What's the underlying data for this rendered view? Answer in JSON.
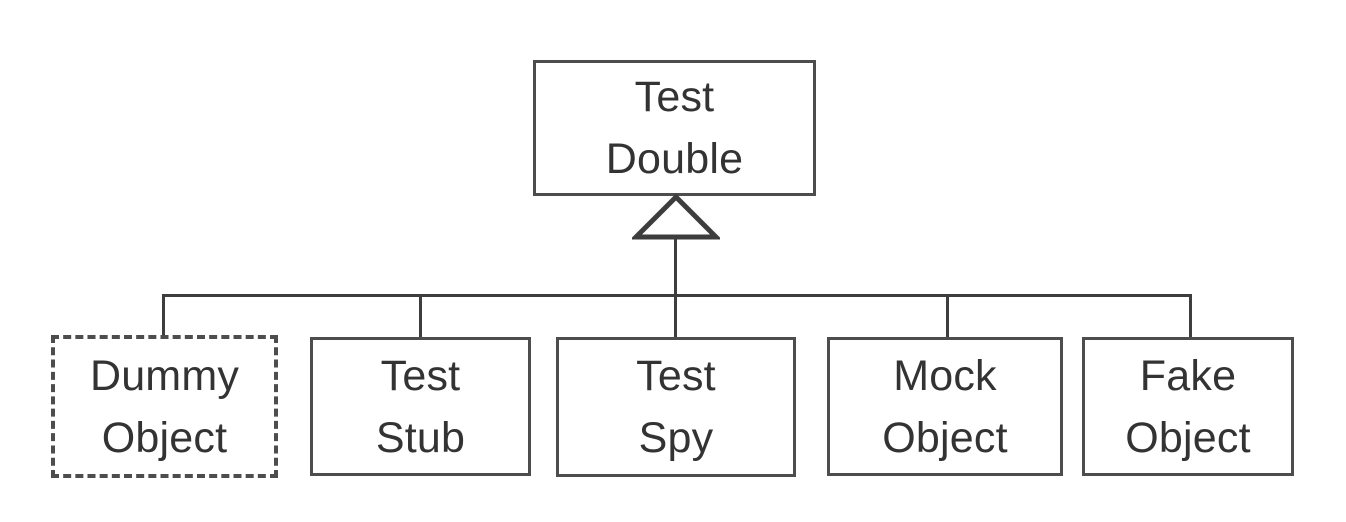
{
  "diagram": {
    "type": "uml-class-hierarchy",
    "relationship": "generalization",
    "background_color": "#ffffff",
    "border_color": "#4d4d4d",
    "line_color": "#3d3d3d",
    "text_color": "#333333",
    "parent": {
      "id": "test-double",
      "line1": "Test",
      "line2": "Double",
      "border_style": "solid"
    },
    "children": [
      {
        "id": "dummy-object",
        "line1": "Dummy",
        "line2": "Object",
        "border_style": "dashed"
      },
      {
        "id": "test-stub",
        "line1": "Test",
        "line2": "Stub",
        "border_style": "solid"
      },
      {
        "id": "test-spy",
        "line1": "Test",
        "line2": "Spy",
        "border_style": "solid"
      },
      {
        "id": "mock-object",
        "line1": "Mock",
        "line2": "Object",
        "border_style": "solid"
      },
      {
        "id": "fake-object",
        "line1": "Fake",
        "line2": "Object",
        "border_style": "solid"
      }
    ]
  }
}
